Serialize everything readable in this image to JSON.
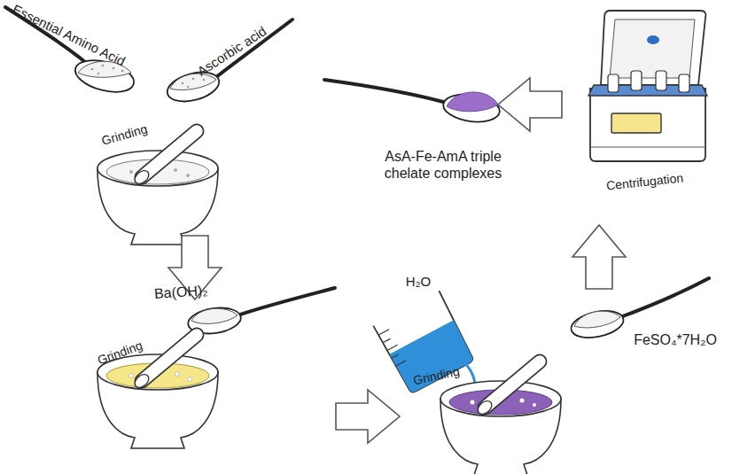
{
  "diagram": {
    "labels": [
      "Essential Amino Acid",
      "Ascorbic acid",
      "AsA-Fe-AmA triple chelate complexes",
      "Centrifugation",
      "Grinding",
      "Ba(OH)₂",
      "H₂O",
      "Grinding",
      "FeSO₄*7H₂O",
      "Grinding"
    ]
  }
}
